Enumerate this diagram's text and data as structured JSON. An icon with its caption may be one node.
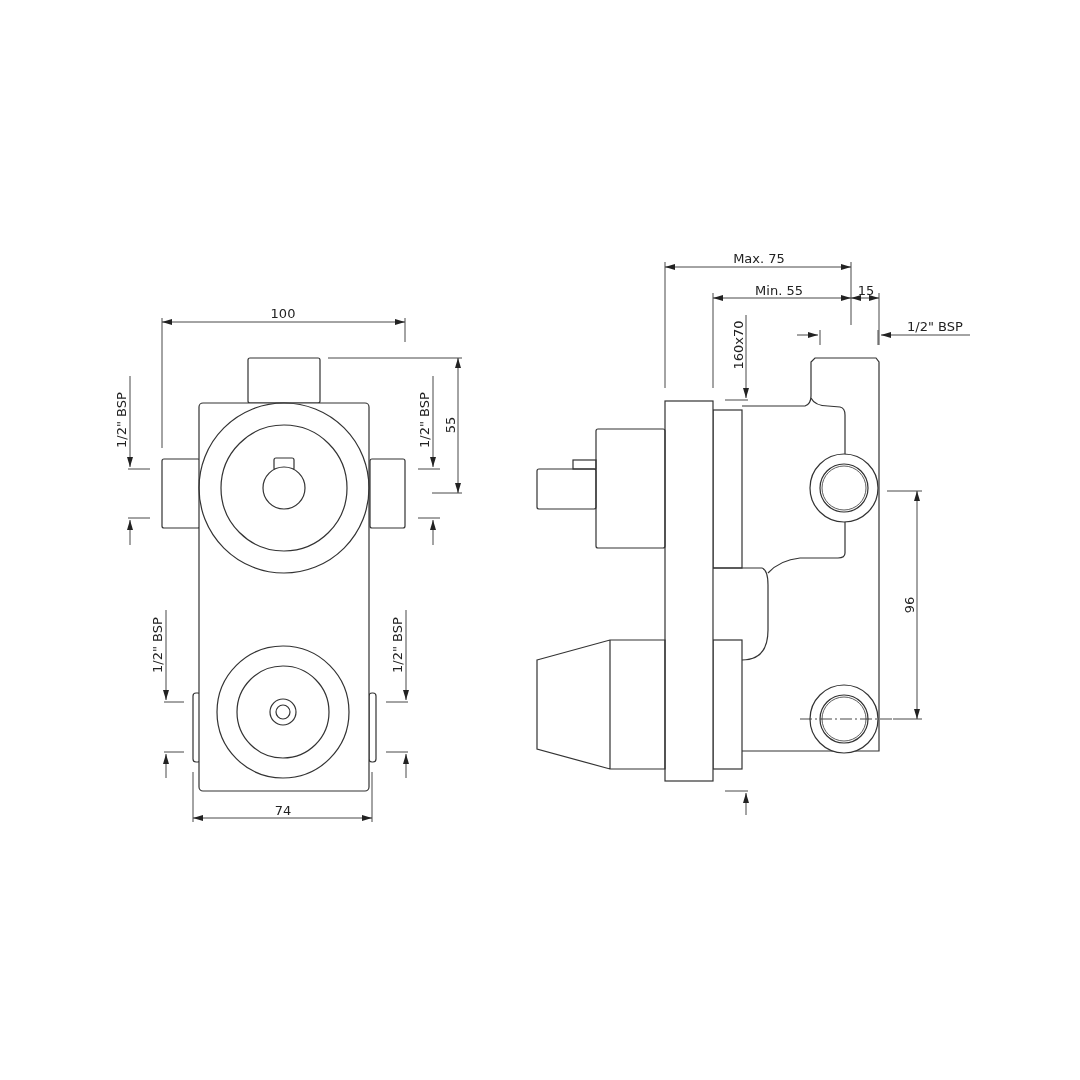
{
  "diagram": {
    "labels": [
      "Max. 75",
      "Min. 55",
      "15",
      "100",
      "1/2\" BSP",
      "160x70",
      "1/2\" BSP",
      "1/2\" BSP",
      "55",
      "96",
      "1/2\" BSP",
      "1/2\" BSP",
      "74"
    ]
  }
}
